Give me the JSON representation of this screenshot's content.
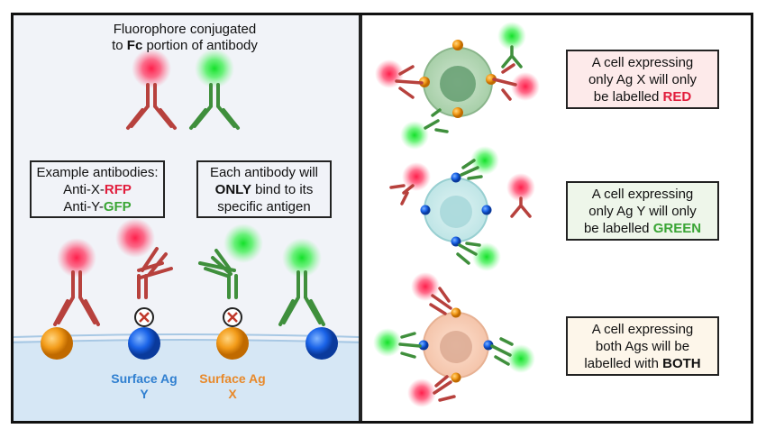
{
  "colors": {
    "red_fluor": "#ff2a55",
    "green_fluor": "#22e633",
    "antibody_red": "#b7413d",
    "antibody_green": "#3f8f3c",
    "ag_x": "#f39c1a",
    "ag_y": "#1a63e8",
    "label_y": "#2f7fd0",
    "label_x": "#e8892a"
  },
  "left": {
    "header_line1": "Fluorophore conjugated",
    "header_line2_pre": "to ",
    "header_line2_bold": "Fc",
    "header_line2_post": " portion of antibody",
    "example_box": {
      "title": "Example antibodies:",
      "line1_pre": "Anti-X-",
      "line1_tag": "RFP",
      "line2_pre": "Anti-Y-",
      "line2_tag": "GFP"
    },
    "binding_box": {
      "line1": "Each antibody will",
      "line2_bold": "ONLY",
      "line2_rest": " bind to its",
      "line3": "specific antigen"
    },
    "surface_y": {
      "line1": "Surface Ag",
      "line2": "Y"
    },
    "surface_x": {
      "line1": "Surface Ag",
      "line2": "X"
    }
  },
  "right": {
    "cells": [
      {
        "type": "only-x",
        "line1": "A cell expressing",
        "line2": "only Ag X will only",
        "line3_pre": "be labelled ",
        "line3_tag": "RED",
        "box_bg": "#fdeaea"
      },
      {
        "type": "only-y",
        "line1": "A cell expressing",
        "line2": "only Ag Y will only",
        "line3_pre": "be labelled ",
        "line3_tag": "GREEN",
        "box_bg": "#eef6ea"
      },
      {
        "type": "both",
        "line1": "A cell expressing",
        "line2": "both Ags will be",
        "line3_pre": "labelled with ",
        "line3_tag": "BOTH",
        "box_bg": "#fdf6ea"
      }
    ]
  },
  "icons": {
    "blocked": "x-in-circle-icon",
    "antibody": "y-shaped-antibody-icon"
  }
}
